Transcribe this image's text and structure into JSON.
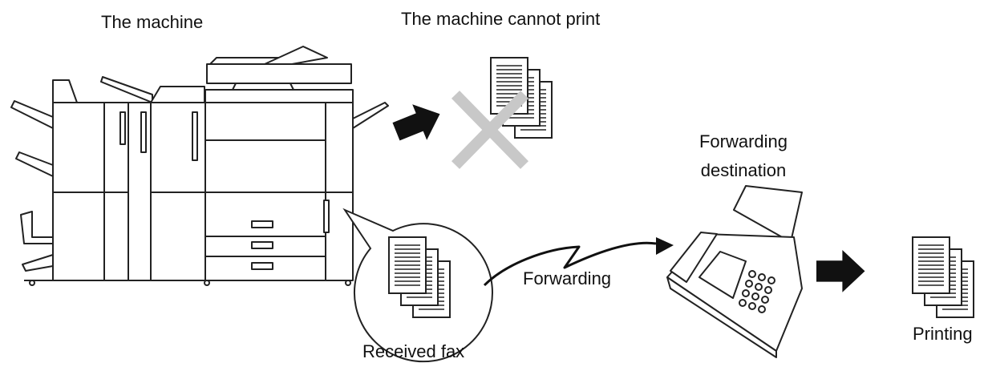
{
  "labels": {
    "machine": "The machine",
    "cannot_print": "The machine cannot print",
    "destination_line1": "Forwarding",
    "destination_line2": "destination",
    "forwarding": "Forwarding",
    "received_fax": "Received fax",
    "printing": "Printing"
  },
  "colors": {
    "line": "#222222",
    "arrow": "#111111",
    "cross": "#c8c8c8",
    "paper": "#ffffff"
  },
  "icons": {
    "machine": "multifunction-printer-icon",
    "blocked_output": "x-cross-icon",
    "fax_device": "fax-machine-icon",
    "documents": "document-stack-icon",
    "arrow": "right-arrow-icon",
    "link": "zigzag-transmission-icon"
  }
}
